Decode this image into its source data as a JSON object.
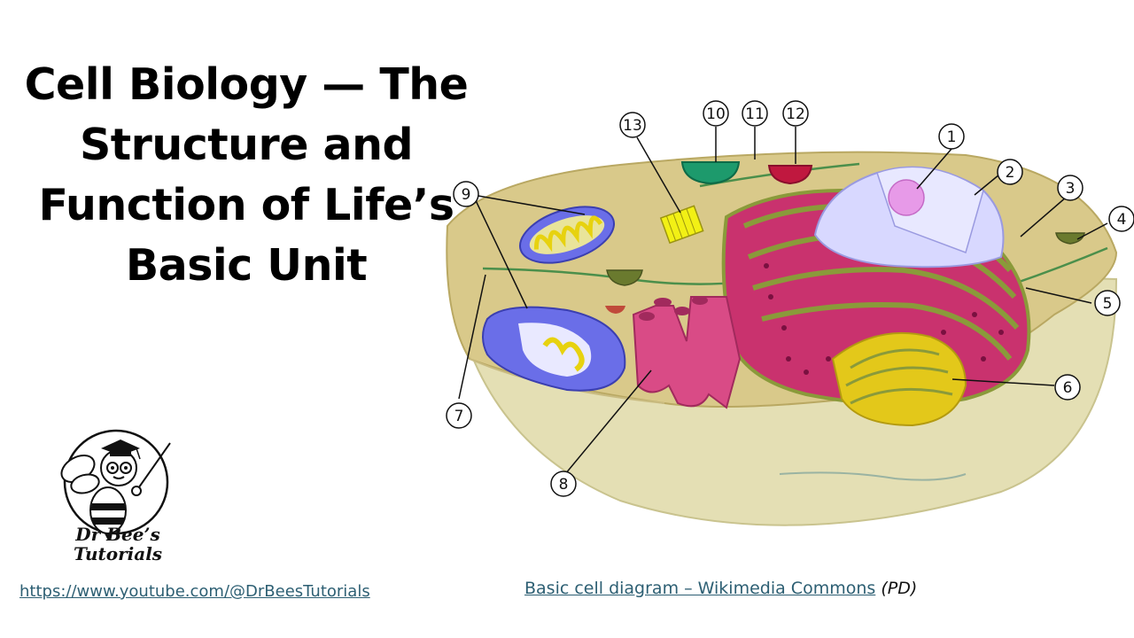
{
  "title": {
    "line1": "Cell Biology — The",
    "line2": "Structure and",
    "line3": "Function of Life’s",
    "line4": "Basic Unit"
  },
  "logo": {
    "text_line1": "Dr Bee’s",
    "text_line2": "Tutorials"
  },
  "footer": {
    "youtube_link": "https://www.youtube.com/@DrBeesTutorials",
    "credit_link": "Basic cell diagram – Wikimedia Commons",
    "credit_license": "(PD)"
  },
  "diagram": {
    "labels": [
      "1",
      "2",
      "3",
      "4",
      "5",
      "6",
      "7",
      "8",
      "9",
      "10",
      "11",
      "12",
      "13"
    ]
  },
  "colors": {
    "cytoplasm": "#d9c98a",
    "membrane_lower": "#e2dcae",
    "er_rough": "#c9326e",
    "er_smooth_edge": "#8a9a3a",
    "golgi": "#e3c81a",
    "mitochondria": "#6a6ee8",
    "nucleus": "#d8d8ff",
    "nucleolus": "#e79ae8",
    "link": "#2d5f73"
  }
}
